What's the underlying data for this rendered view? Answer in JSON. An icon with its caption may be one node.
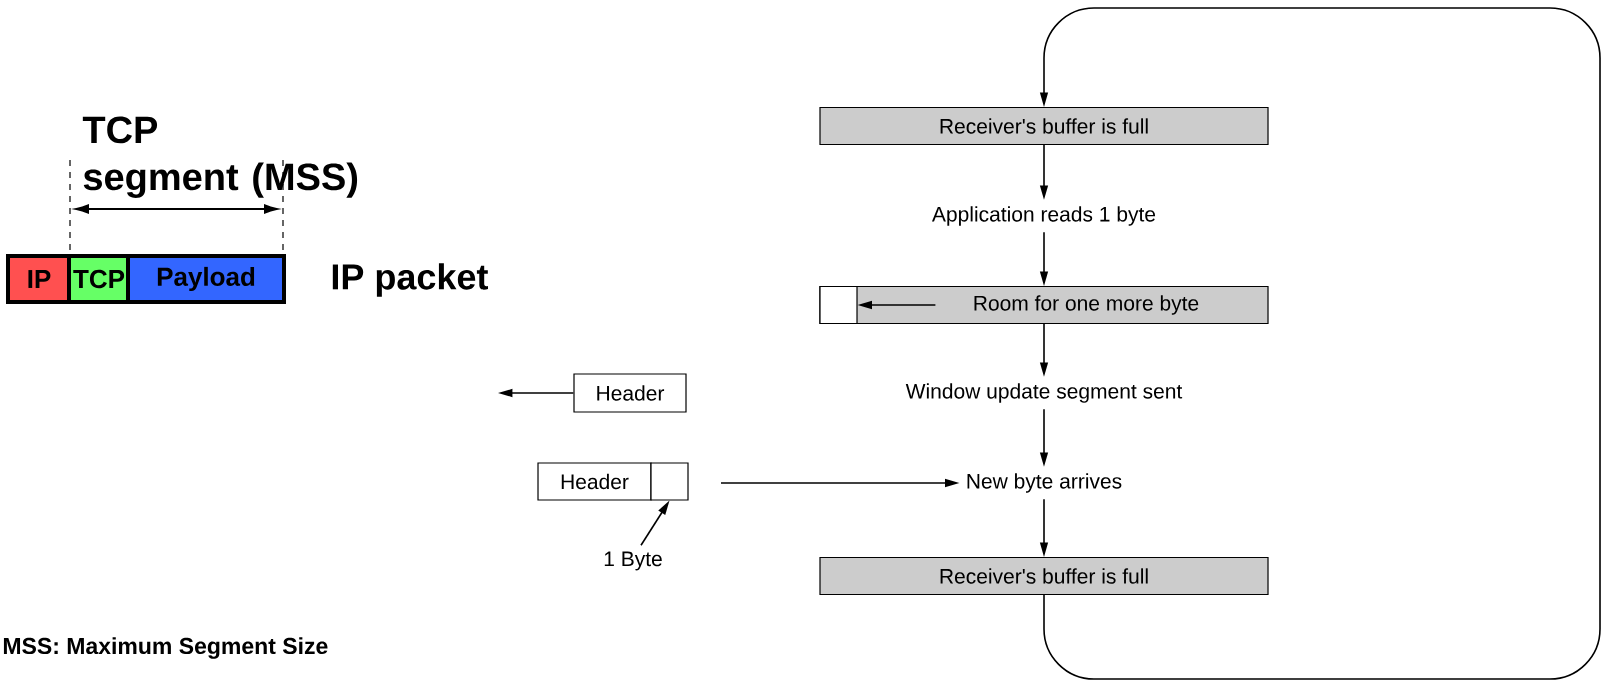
{
  "diagram": {
    "nodes": [
      {
        "text": [
          "IP"
        ]
      },
      {
        "text": [
          "TCP"
        ]
      },
      {
        "text": [
          "Payload"
        ]
      },
      {
        "text": [
          "Receiver's buffer is full"
        ]
      },
      {
        "text": [
          "Application reads 1 byte"
        ]
      },
      {
        "text": [
          "Room for one more byte"
        ]
      },
      {
        "text": [],
        "shape": "box",
        "in": 5
      },
      {
        "text": [
          "Window update segment sent"
        ]
      },
      {
        "text": [
          "New byte arrives"
        ]
      },
      {
        "text": [
          "Receiver's buffer is full"
        ]
      },
      {
        "text": [
          "Header"
        ]
      },
      {
        "text": [
          "Header"
        ]
      },
      {
        "text": [],
        "shape": "box"
      },
      {
        "text": [
          "1 Byte"
        ]
      }
    ],
    "edges": [
      {
        "from": 3,
        "to": 4,
        "arrow": "to"
      },
      {
        "from": 4,
        "to": 5,
        "arrow": "to"
      },
      {
        "from": 5,
        "to": 7,
        "arrow": "to"
      },
      {
        "from": 7,
        "to": 8,
        "arrow": "to"
      },
      {
        "from": 8,
        "to": 9,
        "arrow": "to"
      },
      {
        "from": 9,
        "to": 3,
        "arrow": "to"
      },
      {
        "from": 5,
        "to": 6,
        "arrow": "to"
      },
      {
        "from": 10,
        "to": null,
        "arrow": "to"
      },
      {
        "from": null,
        "to": 8,
        "arrow": "to"
      },
      {
        "from": 13,
        "to": 12,
        "arrow": "to"
      }
    ],
    "labels": [
      "TCP segment (MSS)",
      "IP packet",
      "MSS: Maximum Segment Size"
    ]
  }
}
